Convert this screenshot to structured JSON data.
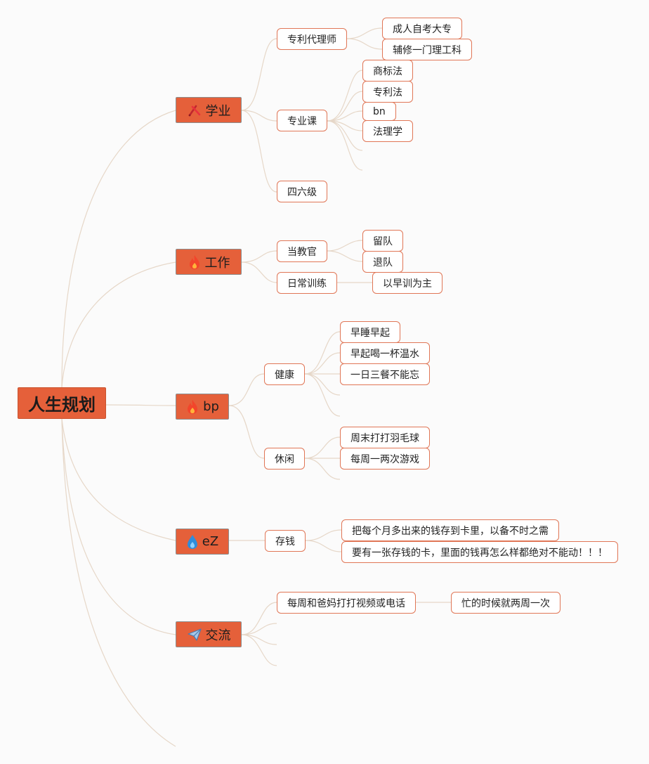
{
  "root": {
    "label": "人生规划"
  },
  "branches": {
    "study": {
      "label": "学业",
      "icon": "pencil-ruler-icon",
      "patent_agent": {
        "label": "专利代理师",
        "children": [
          "成人自考大专",
          "辅修一门理工科"
        ]
      },
      "major_courses": {
        "label": "专业课",
        "children": [
          "商标法",
          "专利法",
          "bn",
          "法理学"
        ]
      },
      "cet": {
        "label": "四六级"
      }
    },
    "work": {
      "label": "工作",
      "icon": "fire-icon",
      "instructor": {
        "label": "当教官",
        "children": [
          "留队",
          "退队"
        ]
      },
      "training": {
        "label": "日常训练",
        "children": [
          "以早训为主"
        ]
      }
    },
    "bp": {
      "label": "bp",
      "icon": "fire-icon",
      "health": {
        "label": "健康",
        "children": [
          "早睡早起",
          "早起喝一杯温水",
          "一日三餐不能忘"
        ]
      },
      "leisure": {
        "label": "休闲",
        "children": [
          "周末打打羽毛球",
          "每周一两次游戏"
        ]
      }
    },
    "ez": {
      "label": "eZ",
      "icon": "water-drop-icon",
      "saving": {
        "label": "存钱",
        "children": [
          "把每个月多出来的钱存到卡里，以备不时之需",
          "要有一张存钱的卡，里面的钱再怎么样都绝对不能动！！！"
        ]
      }
    },
    "communication": {
      "label": "交流",
      "icon": "paper-plane-icon",
      "parents": {
        "label": "每周和爸妈打打视频或电话",
        "children": [
          "忙的时候就两周一次"
        ]
      }
    }
  },
  "colors": {
    "branch_fill": "#e5603a",
    "leaf_border": "#e07656",
    "connector": "#e6d7c8",
    "background": "#fbfbfb"
  }
}
